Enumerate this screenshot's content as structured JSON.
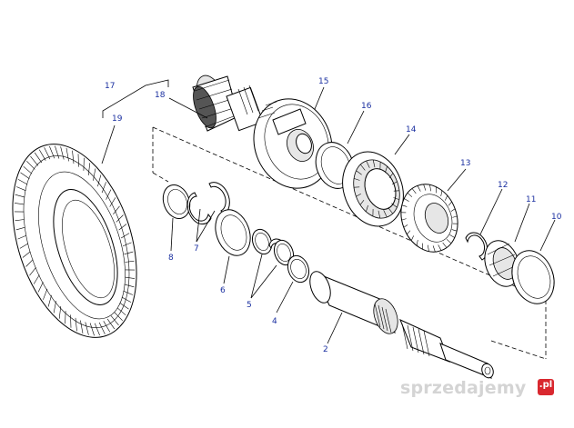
{
  "labels": {
    "l17": "17",
    "l18": "18",
    "l19": "19",
    "l15": "15",
    "l16": "16",
    "l14": "14",
    "l13": "13",
    "l12": "12",
    "l11": "11",
    "l10": "10",
    "l8": "8",
    "l7": "7",
    "l6": "6",
    "l5": "5",
    "l4": "4",
    "l2": "2"
  },
  "watermark": {
    "text": "sprzedajemy",
    "suffix": ".pl",
    "color": "#d9282f"
  },
  "label_color": "#1a2fa0"
}
